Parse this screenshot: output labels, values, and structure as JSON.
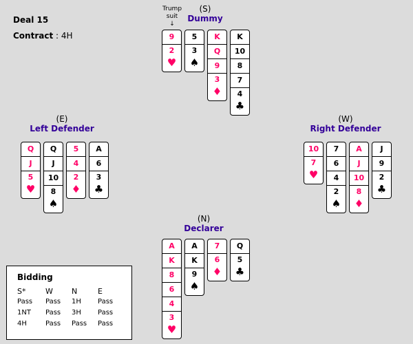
{
  "deal": "Deal 15",
  "contract_label": "Contract",
  "contract_value": "4H",
  "trump_label": "Trump suit",
  "trump_arrow": "↓",
  "colors": {
    "red": "#ff0066",
    "role": "#330099",
    "background": "#dcdcdc"
  },
  "hands": {
    "dummy": {
      "seat": "(S)",
      "role": "Dummy",
      "suits": [
        {
          "suit": "hearts",
          "symbol": "♥",
          "cards": [
            "9",
            "2"
          ]
        },
        {
          "suit": "spades",
          "symbol": "♠",
          "cards": [
            "5",
            "3"
          ]
        },
        {
          "suit": "diamonds",
          "symbol": "♦",
          "cards": [
            "K",
            "Q",
            "9",
            "3"
          ]
        },
        {
          "suit": "clubs",
          "symbol": "♣",
          "cards": [
            "K",
            "10",
            "8",
            "7",
            "4"
          ]
        }
      ]
    },
    "left": {
      "seat": "(E)",
      "role": "Left Defender",
      "suits": [
        {
          "suit": "hearts",
          "symbol": "♥",
          "cards": [
            "Q",
            "J",
            "5"
          ]
        },
        {
          "suit": "spades",
          "symbol": "♠",
          "cards": [
            "Q",
            "J",
            "10",
            "8"
          ]
        },
        {
          "suit": "diamonds",
          "symbol": "♦",
          "cards": [
            "5",
            "4",
            "2"
          ]
        },
        {
          "suit": "clubs",
          "symbol": "♣",
          "cards": [
            "A",
            "6",
            "3"
          ]
        }
      ]
    },
    "right": {
      "seat": "(W)",
      "role": "Right Defender",
      "suits": [
        {
          "suit": "hearts",
          "symbol": "♥",
          "cards": [
            "10",
            "7"
          ]
        },
        {
          "suit": "spades",
          "symbol": "♠",
          "cards": [
            "7",
            "6",
            "4",
            "2"
          ]
        },
        {
          "suit": "diamonds",
          "symbol": "♦",
          "cards": [
            "A",
            "J",
            "10",
            "8"
          ]
        },
        {
          "suit": "clubs",
          "symbol": "♣",
          "cards": [
            "J",
            "9",
            "2"
          ]
        }
      ]
    },
    "declarer": {
      "seat": "(N)",
      "role": "Declarer",
      "suits": [
        {
          "suit": "hearts",
          "symbol": "♥",
          "cards": [
            "A",
            "K",
            "8",
            "6",
            "4",
            "3"
          ]
        },
        {
          "suit": "spades",
          "symbol": "♠",
          "cards": [
            "A",
            "K",
            "9"
          ]
        },
        {
          "suit": "diamonds",
          "symbol": "♦",
          "cards": [
            "7",
            "6"
          ]
        },
        {
          "suit": "clubs",
          "symbol": "♣",
          "cards": [
            "Q",
            "5"
          ]
        }
      ]
    }
  },
  "bidding": {
    "title": "Bidding",
    "headers": [
      "S*",
      "W",
      "N",
      "E"
    ],
    "rows": [
      [
        "Pass",
        "Pass",
        "1H",
        "Pass"
      ],
      [
        "1NT",
        "Pass",
        "3H",
        "Pass"
      ],
      [
        "4H",
        "Pass",
        "Pass",
        "Pass"
      ]
    ]
  }
}
